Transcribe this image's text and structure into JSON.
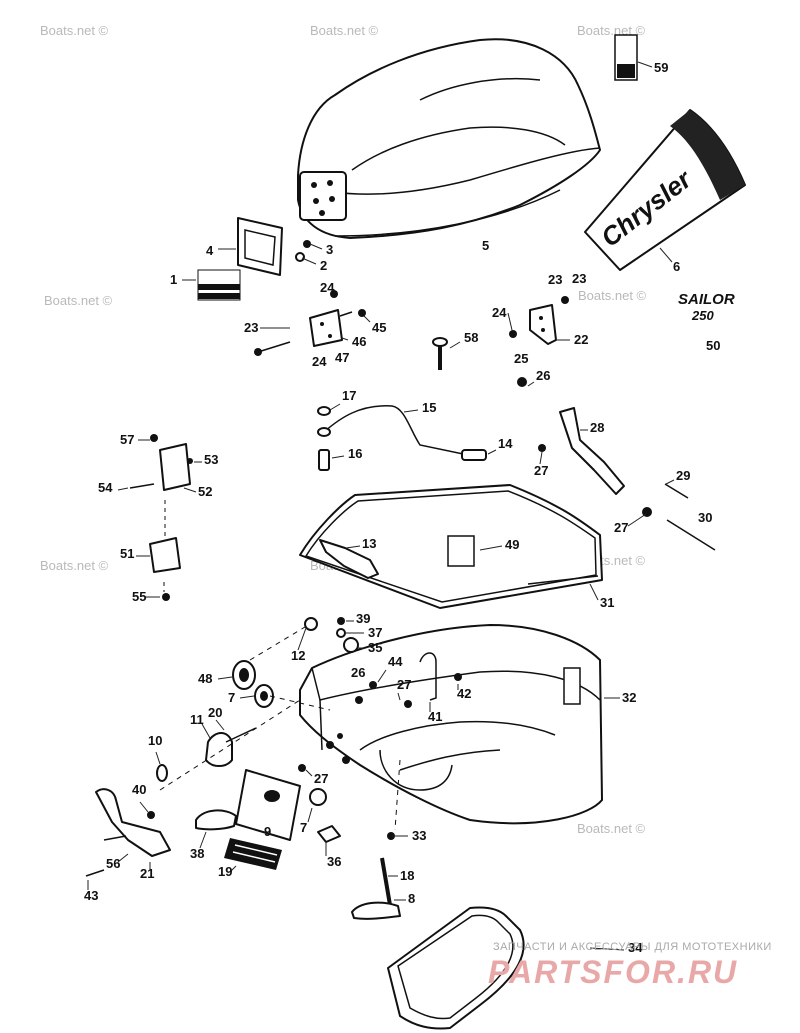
{
  "watermark": "Boats.net ©",
  "decal_text": {
    "brand": "Chrysler",
    "model_line1": "SAILOR",
    "model_line2": "250"
  },
  "footer": {
    "caption": "ЗАПЧАСТИ И АКСЕССУАРЫ ДЛЯ МОТОТЕХНИКИ",
    "logo": "PARTSFOR.RU"
  },
  "callouts": [
    {
      "label": "59"
    },
    {
      "label": "5"
    },
    {
      "label": "6"
    },
    {
      "label": "4"
    },
    {
      "label": "3"
    },
    {
      "label": "2"
    },
    {
      "label": "1"
    },
    {
      "label": "23"
    },
    {
      "label": "24"
    },
    {
      "label": "45"
    },
    {
      "label": "46"
    },
    {
      "label": "23"
    },
    {
      "label": "24"
    },
    {
      "label": "47"
    },
    {
      "label": "24"
    },
    {
      "label": "22"
    },
    {
      "label": "25"
    },
    {
      "label": "50"
    },
    {
      "label": "58"
    },
    {
      "label": "23"
    },
    {
      "label": "26"
    },
    {
      "label": "17"
    },
    {
      "label": "15"
    },
    {
      "label": "14"
    },
    {
      "label": "16"
    },
    {
      "label": "28"
    },
    {
      "label": "27"
    },
    {
      "label": "29"
    },
    {
      "label": "27"
    },
    {
      "label": "30"
    },
    {
      "label": "57"
    },
    {
      "label": "53"
    },
    {
      "label": "54"
    },
    {
      "label": "52"
    },
    {
      "label": "13"
    },
    {
      "label": "49"
    },
    {
      "label": "51"
    },
    {
      "label": "31"
    },
    {
      "label": "55"
    },
    {
      "label": "39"
    },
    {
      "label": "37"
    },
    {
      "label": "35"
    },
    {
      "label": "12"
    },
    {
      "label": "44"
    },
    {
      "label": "26"
    },
    {
      "label": "48"
    },
    {
      "label": "27"
    },
    {
      "label": "42"
    },
    {
      "label": "32"
    },
    {
      "label": "7"
    },
    {
      "label": "20"
    },
    {
      "label": "41"
    },
    {
      "label": "11"
    },
    {
      "label": "10"
    },
    {
      "label": "27"
    },
    {
      "label": "40"
    },
    {
      "label": "7"
    },
    {
      "label": "9"
    },
    {
      "label": "33"
    },
    {
      "label": "56"
    },
    {
      "label": "38"
    },
    {
      "label": "36"
    },
    {
      "label": "21"
    },
    {
      "label": "19"
    },
    {
      "label": "18"
    },
    {
      "label": "43"
    },
    {
      "label": "8"
    },
    {
      "label": "34"
    }
  ]
}
